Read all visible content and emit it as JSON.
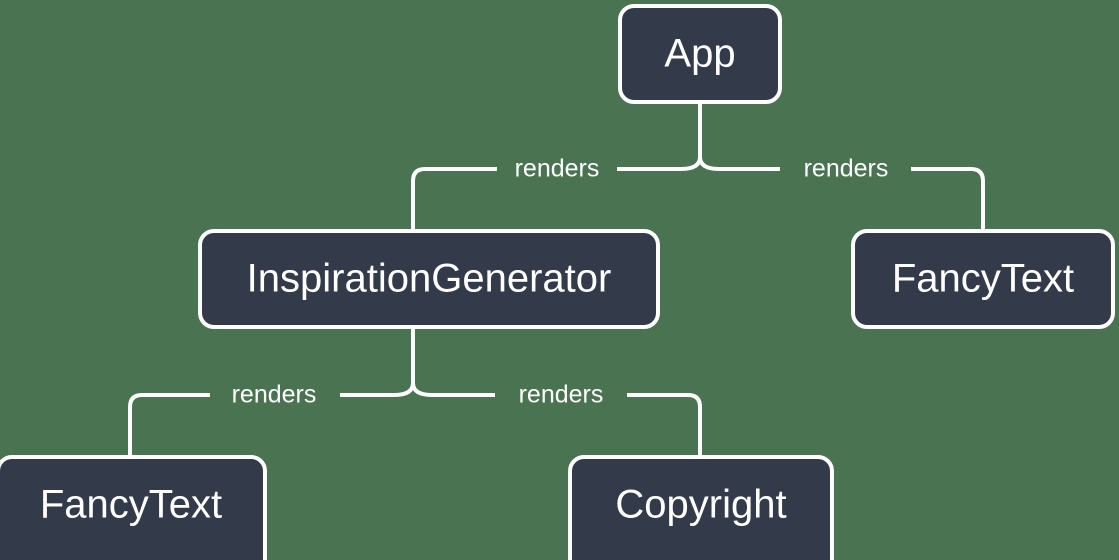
{
  "diagram": {
    "type": "component-tree",
    "background_color": "#4a7351",
    "node_fill_color": "#333a4a",
    "node_border_color": "#ffffff",
    "text_color": "#ffffff",
    "nodes": [
      {
        "id": "app",
        "label": "App"
      },
      {
        "id": "inspiration-generator",
        "label": "InspirationGenerator"
      },
      {
        "id": "fancytext-right",
        "label": "FancyText"
      },
      {
        "id": "fancytext-bottom",
        "label": "FancyText"
      },
      {
        "id": "copyright",
        "label": "Copyright"
      }
    ],
    "edges": [
      {
        "from": "app",
        "to": "inspiration-generator",
        "label": "renders"
      },
      {
        "from": "app",
        "to": "fancytext-right",
        "label": "renders"
      },
      {
        "from": "inspiration-generator",
        "to": "fancytext-bottom",
        "label": "renders"
      },
      {
        "from": "inspiration-generator",
        "to": "copyright",
        "label": "renders"
      }
    ]
  }
}
